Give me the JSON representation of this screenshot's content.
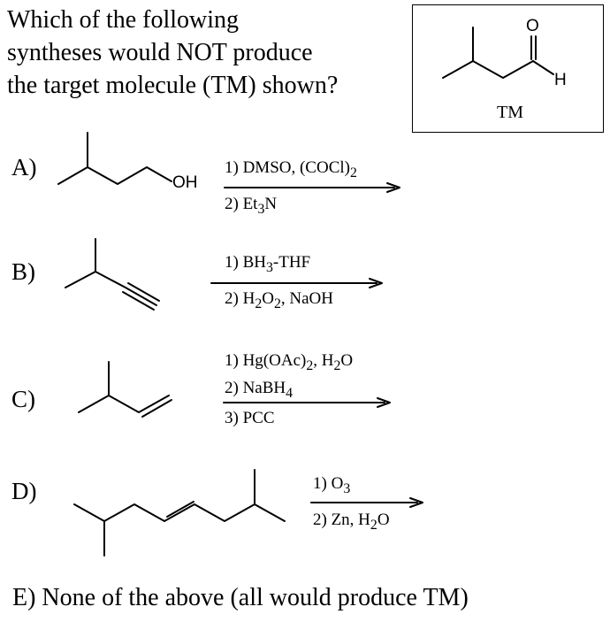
{
  "question": {
    "line1": "Which of the following",
    "line2": "syntheses would NOT produce",
    "line3": "the target molecule (TM) shown?"
  },
  "target": {
    "label": "TM",
    "atom_o": "O",
    "atom_h": "H"
  },
  "options": [
    {
      "label": "A)",
      "atom": "OH",
      "step1": "1) DMSO, (COCl)",
      "step1_sub": "2",
      "step2": "2) Et",
      "step2_sub": "3",
      "step2_end": "N"
    },
    {
      "label": "B)",
      "step1": "1) BH",
      "step1_sub": "3",
      "step1_end": "-THF",
      "step2": "2) H",
      "step2_sub1": "2",
      "step2_mid": "O",
      "step2_sub2": "2",
      "step2_end": ", NaOH"
    },
    {
      "label": "C)",
      "step1": "1) Hg(OAc)",
      "step1_sub1": "2",
      "step1_mid": ", H",
      "step1_sub2": "2",
      "step1_end": "O",
      "step2": "2) NaBH",
      "step2_sub": "4",
      "step3": "3) PCC"
    },
    {
      "label": "D)",
      "step1": "1) O",
      "step1_sub": "3",
      "step2": "2) Zn, H",
      "step2_sub": "2",
      "step2_end": "O"
    }
  ],
  "answer_e": "E)  None of the above (all would produce TM)"
}
